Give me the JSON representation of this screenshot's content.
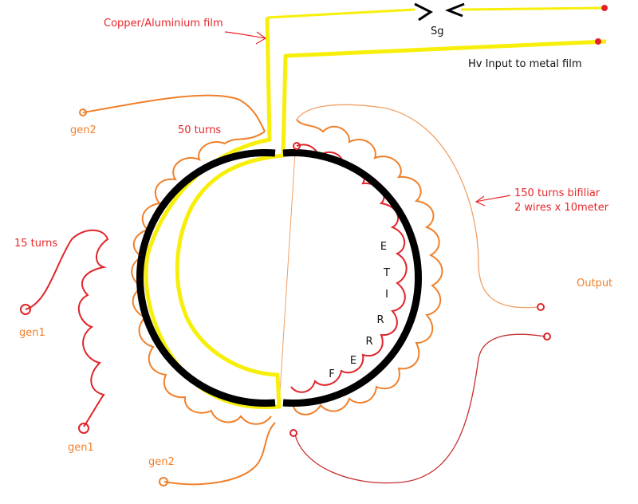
{
  "colors": {
    "background": "#ffffff",
    "core": "#000000",
    "film": "#f7ef0a",
    "primary_winding": "#f0802a",
    "secondary_winding": "#e0242a",
    "thin_lead": "#f0a066",
    "annotation_red": "#e8262a",
    "annotation_orange": "#f0802a"
  },
  "labels": {
    "film": "Copper/Aluminium film",
    "spark_gap": "Sg",
    "hv_input": "Hv Input to metal film",
    "gen2_top": "gen2",
    "turns_50": "50 turns",
    "turns_150_line1": "150 turns  bifiliar",
    "turns_150_line2": "2 wires x 10meter",
    "output": "Output",
    "turns_15": "15 turns",
    "gen1_left": "gen1",
    "gen1_bottom": "gen1",
    "gen2_bottom": "gen2"
  },
  "ferrite_letters": [
    "F",
    "E",
    "R",
    "R",
    "I",
    "T",
    "E"
  ]
}
